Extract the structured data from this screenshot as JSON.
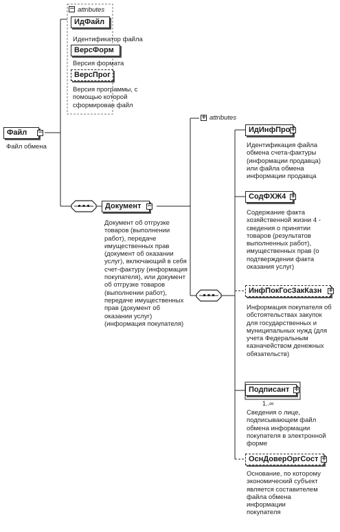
{
  "diagram": {
    "root": {
      "name": "Файл",
      "description": "Файл обмена",
      "attributes_label": "attributes",
      "attributes": [
        {
          "name": "ИдФайл",
          "description": "Идентификатор файла"
        },
        {
          "name": "ВерсФорм",
          "description": "Версия формата"
        },
        {
          "name": "ВерсПрог",
          "description": "Версия программы, с помощью которой сформирован файл"
        }
      ]
    },
    "document": {
      "name": "Документ",
      "description": "Документ об отгрузке товаров (выполнении работ), передаче имущественных прав (документ об оказании услуг), включающий в себя счет-фактуру (информация покупателя), или документ об отгрузке товаров (выполнении работ), передаче имущественных прав (документ об оказании услуг) (информация покупателя)",
      "attributes_label": "attributes",
      "children": [
        {
          "name": "ИдИнфПрод",
          "description": "Идентификация файла обмена счета-фактуры (информации продавца) или файла обмена информации продавца"
        },
        {
          "name": "СодФХЖ4",
          "description": "Содержание факта хозяйственной жизни 4 - сведения о принятии товаров (результатов выполненных работ), имущественных прав (о подтверждении факта оказания услуг)"
        },
        {
          "name": "ИнфПокГосЗакКазн",
          "description": "Информация покупателя об обстоятельствах закупок для государственных и муниципальных нужд (для учета Федеральным казначейством денежных обязательств)"
        },
        {
          "name": "Подписант",
          "multiplicity": "1..∞",
          "description": "Сведения о лице, подписывающем файл обмена информации покупателя в электронной форме"
        },
        {
          "name": "ОснДоверОргСост",
          "description": "Основание, по которому экономический субъект является составителем файла обмена информации покупателя"
        }
      ]
    }
  }
}
